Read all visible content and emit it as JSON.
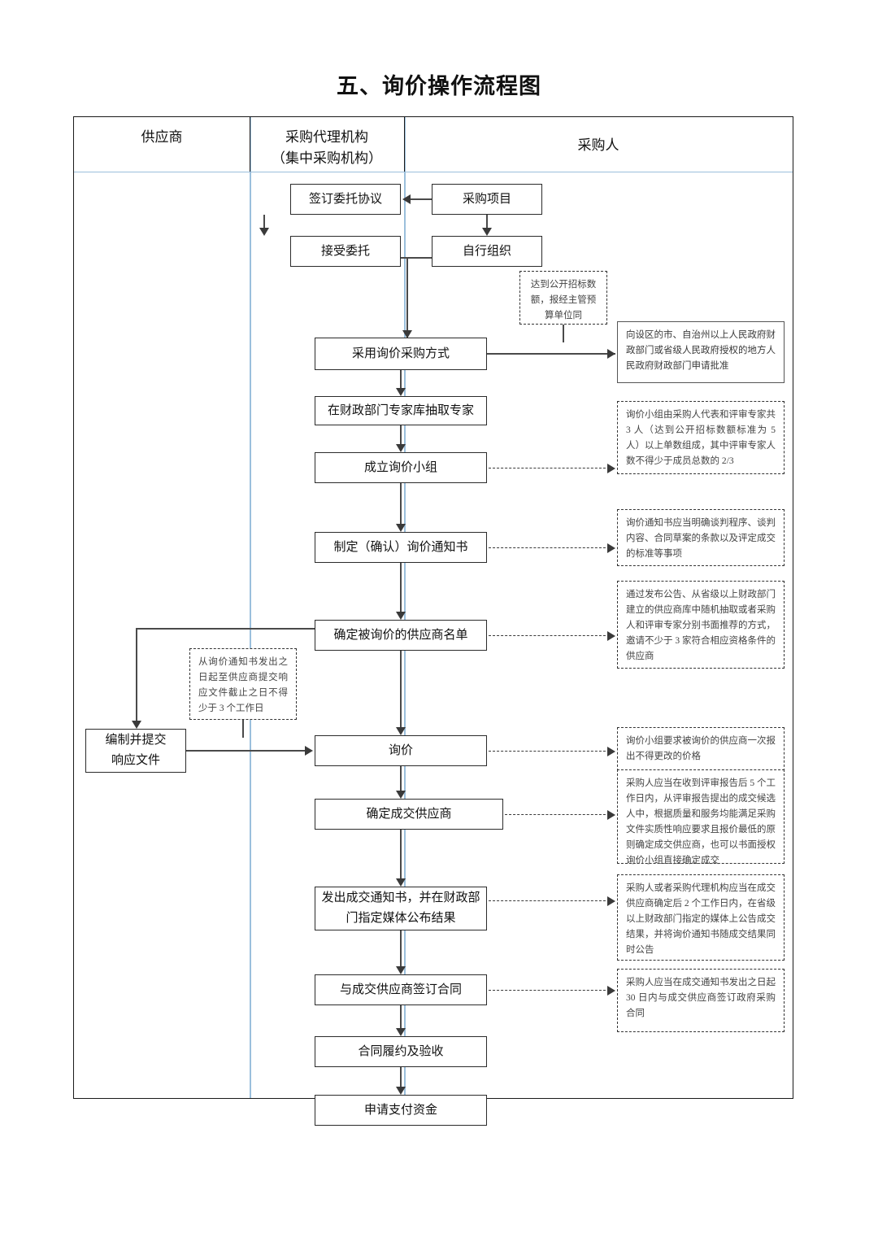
{
  "page": {
    "title": "五、询价操作流程图"
  },
  "lanes": [
    {
      "label": "供应商"
    },
    {
      "label": "采购代理机构\n（集中采购机构）"
    },
    {
      "label": "采购人"
    }
  ],
  "lane_labels": {
    "supplier": "供应商",
    "agency_line1": "采购代理机构",
    "agency_line2": "（集中采购机构）",
    "purchaser": "采购人"
  },
  "boxes": [
    {
      "id": "sign-entrust-agreement",
      "text": "签订委托协议"
    },
    {
      "id": "procurement-project",
      "text": "采购项目"
    },
    {
      "id": "accept-entrust",
      "text": "接受委托"
    },
    {
      "id": "self-organize",
      "text": "自行组织"
    },
    {
      "id": "adopt-inquiry-method",
      "text": "采用询价采购方式"
    },
    {
      "id": "draw-experts",
      "text": "在财政部门专家库抽取专家"
    },
    {
      "id": "establish-inquiry-group",
      "text": "成立询价小组"
    },
    {
      "id": "make-inquiry-notice",
      "text": "制定（确认）询价通知书"
    },
    {
      "id": "determine-supplier-list",
      "text": "确定被询价的供应商名单"
    },
    {
      "id": "prepare-submit-response",
      "text": "编制并提交\n响应文件"
    },
    {
      "id": "inquiry",
      "text": "询价"
    },
    {
      "id": "determine-winning-supplier",
      "text": "确定成交供应商"
    },
    {
      "id": "issue-notice-publish",
      "text": "发出成交通知书，并在财政部\n门指定媒体公布结果"
    },
    {
      "id": "sign-contract",
      "text": "与成交供应商签订合同"
    },
    {
      "id": "contract-performance-acceptance",
      "text": "合同履约及验收"
    },
    {
      "id": "apply-payment",
      "text": "申请支付资金"
    }
  ],
  "box_text": {
    "sign_entrust_agreement": "签订委托协议",
    "procurement_project": "采购项目",
    "accept_entrust": "接受委托",
    "self_organize": "自行组织",
    "adopt_inquiry_method": "采用询价采购方式",
    "draw_experts": "在财政部门专家库抽取专家",
    "establish_inquiry_group": "成立询价小组",
    "make_inquiry_notice": "制定（确认）询价通知书",
    "determine_supplier_list": "确定被询价的供应商名单",
    "prepare_submit_response_l1": "编制并提交",
    "prepare_submit_response_l2": "响应文件",
    "inquiry": "询价",
    "determine_winning_supplier": "确定成交供应商",
    "issue_notice_publish_l1": "发出成交通知书，并在财政部",
    "issue_notice_publish_l2": "门指定媒体公布结果",
    "sign_contract": "与成交供应商签订合同",
    "contract_performance_acceptance": "合同履约及验收",
    "apply_payment": "申请支付资金"
  },
  "notes": {
    "open_tender_amount": "达到公开招标数额，报经主管预算单位同",
    "apply_approval": "向设区的市、自治州以上人民政府财政部门或省级人民政府授权的地方人民政府财政部门申请批准",
    "inquiry_group_composition": "询价小组由采购人代表和评审专家共 3 人（达到公开招标数额标准为 5 人）以上单数组成，其中评审专家人数不得少于成员总数的 2/3",
    "inquiry_notice_content": "询价通知书应当明确谈判程序、谈判内容、合同草案的条款以及评定成交的标准等事项",
    "supplier_invitation": "通过发布公告、从省级以上财政部门建立的供应商库中随机抽取或者采购人和评审专家分别书面推荐的方式，邀请不少于 3 家符合相应资格条件的供应商",
    "response_deadline": "从询价通知书发出之日起至供应商提交响应文件截止之日不得少于 3 个工作日",
    "one_time_price": "询价小组要求被询价的供应商一次报出不得更改的价格",
    "determine_winner_rule": "采购人应当在收到评审报告后 5 个工作日内，从评审报告提出的成交候选人中，根据质量和服务均能满足采购文件实质性响应要求且报价最低的原则确定成交供应商，也可以书面授权询价小组直接确定成交",
    "publish_result_rule": "采购人或者采购代理机构应当在成交供应商确定后 2 个工作日内，在省级以上财政部门指定的媒体上公告成交结果，并将询价通知书随成交结果同时公告",
    "sign_contract_rule": "采购人应当在成交通知书发出之日起 30 日内与成交供应商签订政府采购合同"
  },
  "colors": {
    "lane_separator": "#9bbfdc",
    "box_border": "#2b2b2b",
    "connector": "#4a4a4a",
    "note_border": "#333333"
  }
}
